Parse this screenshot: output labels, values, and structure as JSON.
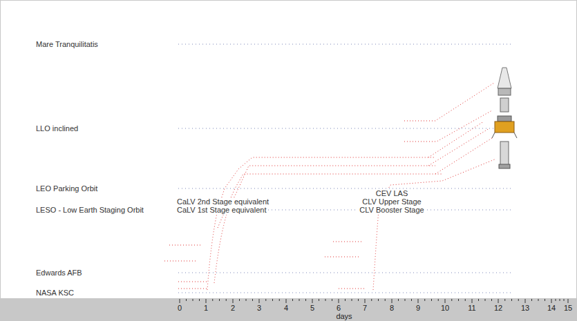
{
  "diagram": {
    "labels": [
      "Mare Tranquilitatis",
      "LLO inclined",
      "LEO Parking Orbit",
      "LESO - Low Earth Staging Orbit",
      "Edwards AFB",
      "NASA KSC",
      "CaLV 2nd Stage equivalent",
      "CaLV 1st Stage equivalent",
      "CEV LAS",
      "CLV Upper Stage",
      "CLV Booster Stage",
      "0",
      "1",
      "2",
      "3",
      "4",
      "5",
      "6",
      "7",
      "8",
      "9",
      "10",
      "11",
      "12",
      "13",
      "14",
      "15",
      "days"
    ]
  }
}
